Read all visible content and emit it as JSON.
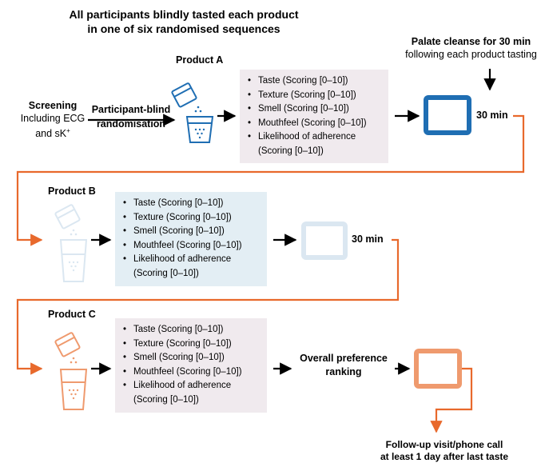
{
  "title": {
    "line1": "All participants blindly tasted each product",
    "line2": "in one of six randomised sequences"
  },
  "screening": {
    "heading": "Screening",
    "line1": "Including ECG",
    "line2": "and sK",
    "sup": "+"
  },
  "randomisation": {
    "line1": "Participant-blind",
    "line2": "randomisation"
  },
  "palate": {
    "heading": "Palate cleanse for 30 min",
    "subtext": "following each product tasting"
  },
  "products": [
    {
      "label": "Product A",
      "wait": "30 min",
      "criteria": [
        "Taste (Scoring [0–10])",
        "Texture (Scoring [0–10])",
        "Smell (Scoring [0–10])",
        "Mouthfeel (Scoring [0–10])",
        "Likelihood of adherence (Scoring [0–10])"
      ]
    },
    {
      "label": "Product B",
      "wait": "30 min",
      "criteria": [
        "Taste (Scoring [0–10])",
        "Texture (Scoring [0–10])",
        "Smell (Scoring [0–10])",
        "Mouthfeel (Scoring [0–10])",
        "Likelihood of adherence (Scoring [0–10])"
      ]
    },
    {
      "label": "Product C",
      "criteria": [
        "Taste (Scoring [0–10])",
        "Texture (Scoring [0–10])",
        "Smell (Scoring [0–10])",
        "Mouthfeel (Scoring [0–10])",
        "Likelihood of adherence (Scoring [0–10])"
      ]
    }
  ],
  "preference": {
    "line1": "Overall preference",
    "line2": "ranking"
  },
  "followup": {
    "line1": "Follow-up visit/phone call",
    "line2": "at least 1 day after last taste"
  },
  "colors": {
    "product_a": "#1f6eb3",
    "product_b": "#dbe7f1",
    "product_c": "#ef9a6e",
    "connector": "#e8692c",
    "arrow": "#000000"
  },
  "icons": [
    "sachet-pour-icon",
    "water-glass-icon",
    "tablet-icon"
  ]
}
